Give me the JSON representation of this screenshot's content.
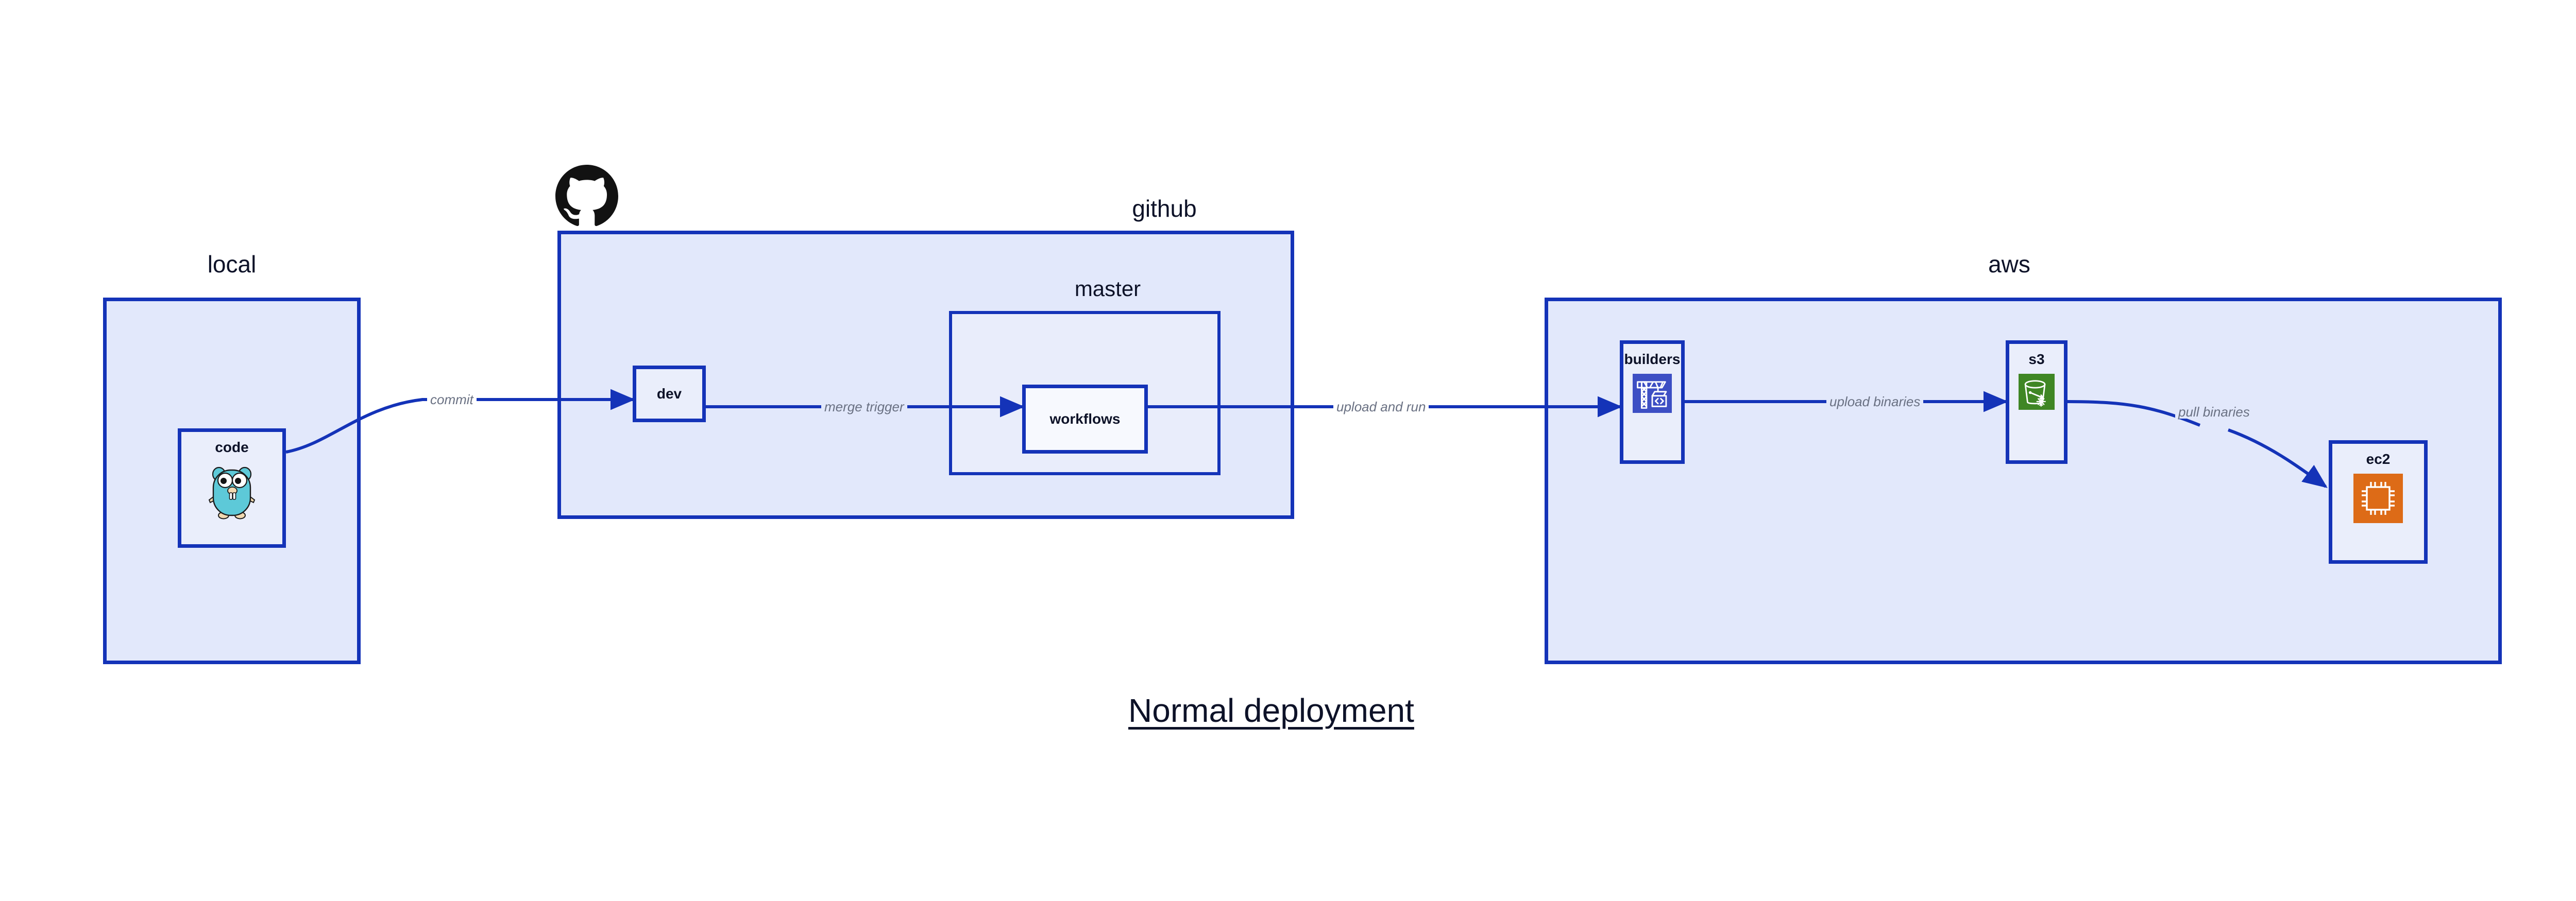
{
  "diagram": {
    "title": "Normal deployment",
    "accent_border": "#1433b8",
    "group_fill": "#e2e8fb",
    "node_fill": "#eaeefb",
    "label_color": "#6a7183",
    "text_color": "#0d1228"
  },
  "groups": [
    {
      "id": "local",
      "label": "local"
    },
    {
      "id": "github",
      "label": "github"
    },
    {
      "id": "master",
      "label": "master"
    },
    {
      "id": "aws",
      "label": "aws"
    }
  ],
  "nodes": [
    {
      "id": "code",
      "label": "code",
      "icon": "go-gopher-icon",
      "group": "local"
    },
    {
      "id": "dev",
      "label": "dev",
      "icon": null,
      "group": "github"
    },
    {
      "id": "workflows",
      "label": "workflows",
      "icon": null,
      "group": "master"
    },
    {
      "id": "builders",
      "label": "builders",
      "icon": "crane-code-icon",
      "group": "aws",
      "icon_color": "#3d4fc4"
    },
    {
      "id": "s3",
      "label": "s3",
      "icon": "s3-bucket-icon",
      "group": "aws",
      "icon_color": "#3f8624"
    },
    {
      "id": "ec2",
      "label": "ec2",
      "icon": "ec2-chip-icon",
      "group": "aws",
      "icon_color": "#dd6b17"
    }
  ],
  "edges": [
    {
      "id": "commit",
      "label": "commit",
      "from": "code",
      "to": "dev"
    },
    {
      "id": "merge-trigger",
      "label": "merge trigger",
      "from": "dev",
      "to": "workflows"
    },
    {
      "id": "upload-and-run",
      "label": "upload and run",
      "from": "workflows",
      "to": "builders"
    },
    {
      "id": "upload-binaries",
      "label": "upload binaries",
      "from": "builders",
      "to": "s3"
    },
    {
      "id": "pull-binaries",
      "label": "pull binaries",
      "from": "s3",
      "to": "ec2"
    }
  ],
  "icons": {
    "github_logo": "github-octocat-icon"
  }
}
